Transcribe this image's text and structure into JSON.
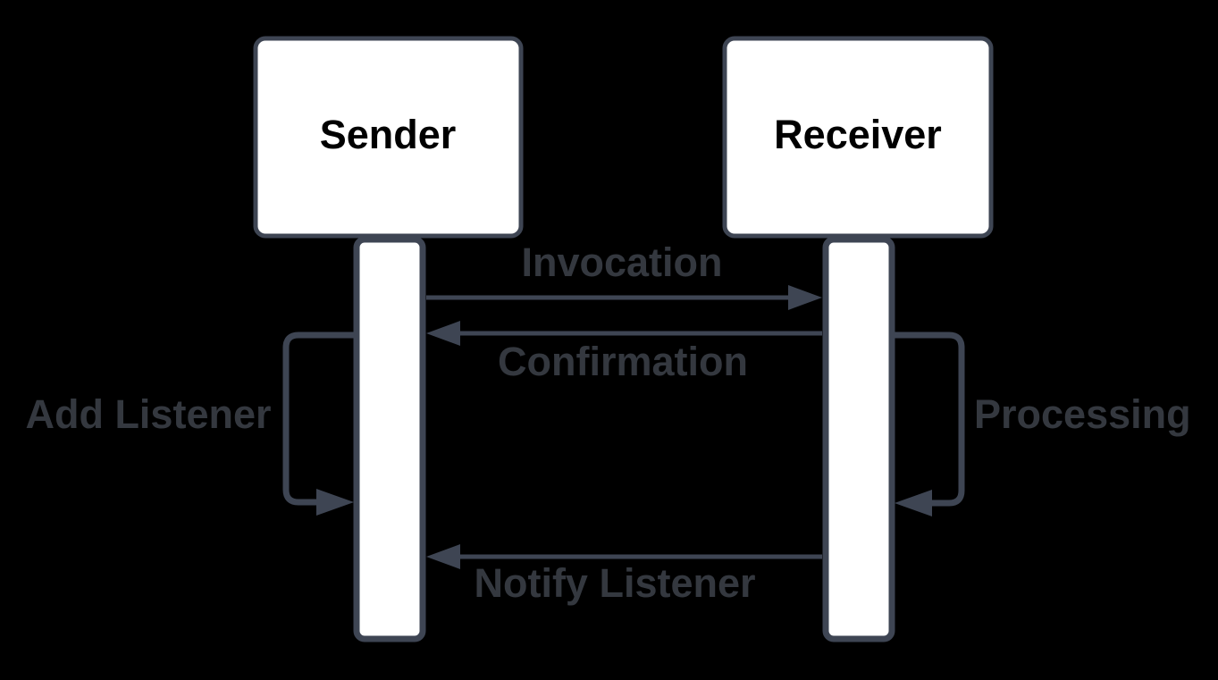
{
  "colors": {
    "background": "#000000",
    "stroke": "#3e4553",
    "fill": "#ffffff",
    "actor_text": "#000000",
    "message_text": "#34383f"
  },
  "diagram": {
    "type": "sequence",
    "actors": [
      {
        "name": "Sender"
      },
      {
        "name": "Receiver"
      }
    ],
    "messages": [
      {
        "label": "Invocation",
        "from": "Sender",
        "to": "Receiver",
        "kind": "arrow-right"
      },
      {
        "label": "Confirmation",
        "from": "Receiver",
        "to": "Sender",
        "kind": "arrow-left"
      },
      {
        "label": "Add Listener",
        "from": "Sender",
        "to": "Sender",
        "kind": "self-loop-left"
      },
      {
        "label": "Processing",
        "from": "Receiver",
        "to": "Receiver",
        "kind": "self-loop-right"
      },
      {
        "label": "Notify Listener",
        "from": "Receiver",
        "to": "Sender",
        "kind": "arrow-left"
      }
    ]
  }
}
